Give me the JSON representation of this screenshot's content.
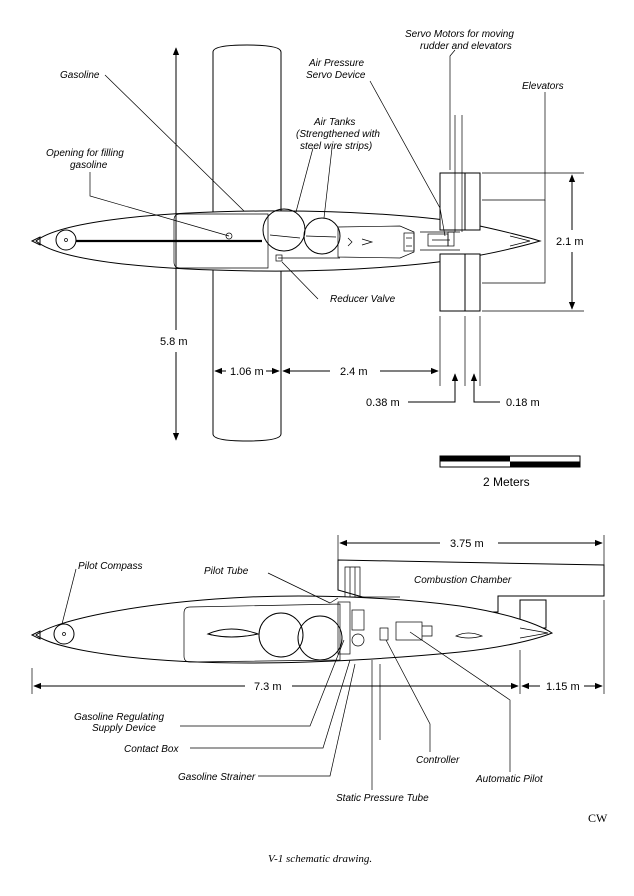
{
  "top_view": {
    "labels": {
      "gasoline": "Gasoline",
      "opening_line1": "Opening for filling",
      "opening_line2": "gasoline",
      "air_pressure_line1": "Air Pressure",
      "air_pressure_line2": "Servo Device",
      "servo_motors_line1": "Servo Motors for moving",
      "servo_motors_line2": "rudder and elevators",
      "elevators": "Elevators",
      "air_tanks_line1": "Air Tanks",
      "air_tanks_line2": "(Strengthened with",
      "air_tanks_line3": "steel wire strips)",
      "reducer_valve": "Reducer Valve"
    },
    "dimensions": {
      "span": "5.8 m",
      "chord": "1.06 m",
      "wing_to_tail": "2.4 m",
      "tailplane_span": "2.1 m",
      "tail_gap": "0.38 m",
      "elevator_chord": "0.18 m"
    },
    "scale_bar": {
      "label": "2 Meters"
    }
  },
  "side_view": {
    "labels": {
      "pilot_compass": "Pilot Compass",
      "pilot_tube": "Pilot Tube",
      "combustion_chamber": "Combustion Chamber",
      "gasoline_regulating_line1": "Gasoline Regulating",
      "gasoline_regulating_line2": "Supply Device",
      "contact_box": "Contact Box",
      "gasoline_strainer": "Gasoline Strainer",
      "static_pressure_tube": "Static Pressure Tube",
      "controller": "Controller",
      "automatic_pilot": "Automatic Pilot"
    },
    "dimensions": {
      "engine_length": "3.75 m",
      "fuselage_length": "7.3 m",
      "tail_overhang": "1.15 m"
    }
  },
  "signature": "CW",
  "caption": "V-1 schematic drawing."
}
